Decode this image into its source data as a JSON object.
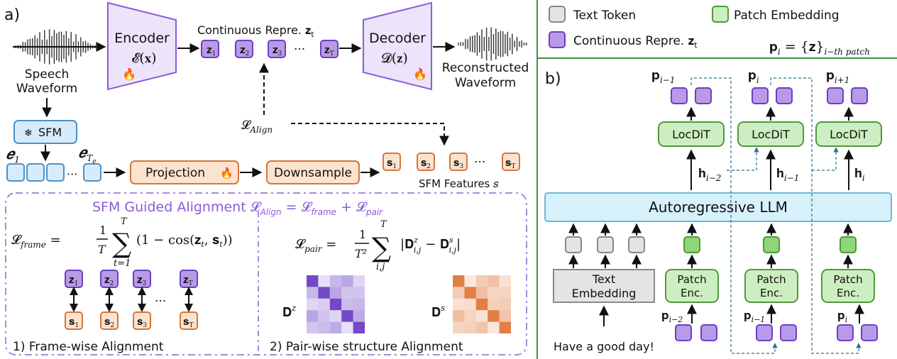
{
  "panel_a": {
    "label": "a)",
    "speech_label_1": "Speech",
    "speech_label_2": "Waveform",
    "encoder_label": "Encoder",
    "encoder_math": "𝓔(𝐱)",
    "decoder_label": "Decoder",
    "decoder_math": "𝓓(𝐳)",
    "continuous_label": "Continuous Repre. 𝐳",
    "continuous_sub": "t",
    "z_tokens": [
      "𝐳",
      "𝐳",
      "𝐳",
      "𝐳"
    ],
    "z_subs": [
      "1",
      "2",
      "3",
      "T"
    ],
    "ellipsis": "···",
    "recon_label_1": "Reconstructed",
    "recon_label_2": "Waveform",
    "align_loss": "𝓛",
    "align_loss_sub": "Align",
    "sfm_label": "SFM",
    "e1_label": "𝒆",
    "e1_sub": "1",
    "eT_label": "𝒆",
    "eT_sub": "T",
    "eT_subsub": "e",
    "projection_label": "Projection",
    "downsample_label": "Downsample",
    "s_tokens": [
      "𝐬",
      "𝐬",
      "𝐬",
      "𝐬"
    ],
    "s_subs": [
      "1",
      "2",
      "3",
      "T"
    ],
    "sfm_features_label": "SFM Features 𝑠",
    "guided_title": "SFM Guided Alignment 𝓛",
    "guided_eq_rest": " = 𝓛",
    "guided_eq_rest2": " + 𝓛",
    "sub_align": "Align",
    "sub_frame": "frame",
    "sub_pair": "pair",
    "frame_eq_lhs": "𝓛",
    "frame_eq_sub": "frame",
    "frame_eq_rhs": "(1 − cos(𝐳",
    "frame_eq_rhs2": ", 𝐬",
    "frame_eq_rhs3": "))",
    "sum_top": "T",
    "sum_bottom": "t=1",
    "frac_num": "1",
    "frac_den_frame": "T",
    "frac_den_pair": "T²",
    "pair_eq_lhs": "𝓛",
    "pair_eq_sub": "pair",
    "pair_sum_bottom": "i,j",
    "pair_eq_rhs": "|𝐃",
    "pair_eq_rhs2": " − 𝐃",
    "pair_eq_rhs3": "|",
    "dz_label": "𝐃",
    "dz_sup": "z",
    "ds_label": "𝐃",
    "ds_sup": "s",
    "frame_wise_label": "1) Frame-wise Alignment",
    "pair_wise_label": "2) Pair-wise structure Alignment"
  },
  "legend": {
    "text_token": "Text Token",
    "continuous": "Continuous Repre. 𝐳",
    "continuous_sub": "t",
    "patch_embedding": "Patch Embedding",
    "p_def": "𝐩",
    "p_def_sub": "i",
    "p_def_rhs": " = {𝐳}",
    "p_def_rhs_sub": "i−th patch"
  },
  "panel_b": {
    "label": "b)",
    "p_labels": [
      "𝐩",
      "𝐩",
      "𝐩"
    ],
    "p_subs": [
      "i−1",
      "i",
      "i+1"
    ],
    "locdit_label": "LocDiT",
    "h_labels": [
      "𝐡",
      "𝐡",
      "𝐡"
    ],
    "h_subs": [
      "i−2",
      "i−1",
      "i"
    ],
    "llm_label": "Autoregressive LLM",
    "text_embedding_1": "Text",
    "text_embedding_2": "Embedding",
    "patch_enc_1": "Patch",
    "patch_enc_2": "Enc.",
    "p_in_labels": [
      "𝐩",
      "𝐩",
      "𝐩"
    ],
    "p_in_subs": [
      "i−2",
      "i−1",
      "i"
    ],
    "input_text": "Have a good day!"
  },
  "colors": {
    "purple_fill": "#b99ae8",
    "purple_stroke": "#6b3fc4",
    "orange_fill": "#fbe3cf",
    "orange_stroke": "#d9753a",
    "blue_fill": "#d7ebfa",
    "blue_stroke": "#4a90c8",
    "green_fill": "#cdeec2",
    "green_stroke": "#4f9a3a",
    "gray_fill": "#e4e4e4",
    "gray_stroke": "#888888",
    "divider_green": "#3f8f3f"
  }
}
